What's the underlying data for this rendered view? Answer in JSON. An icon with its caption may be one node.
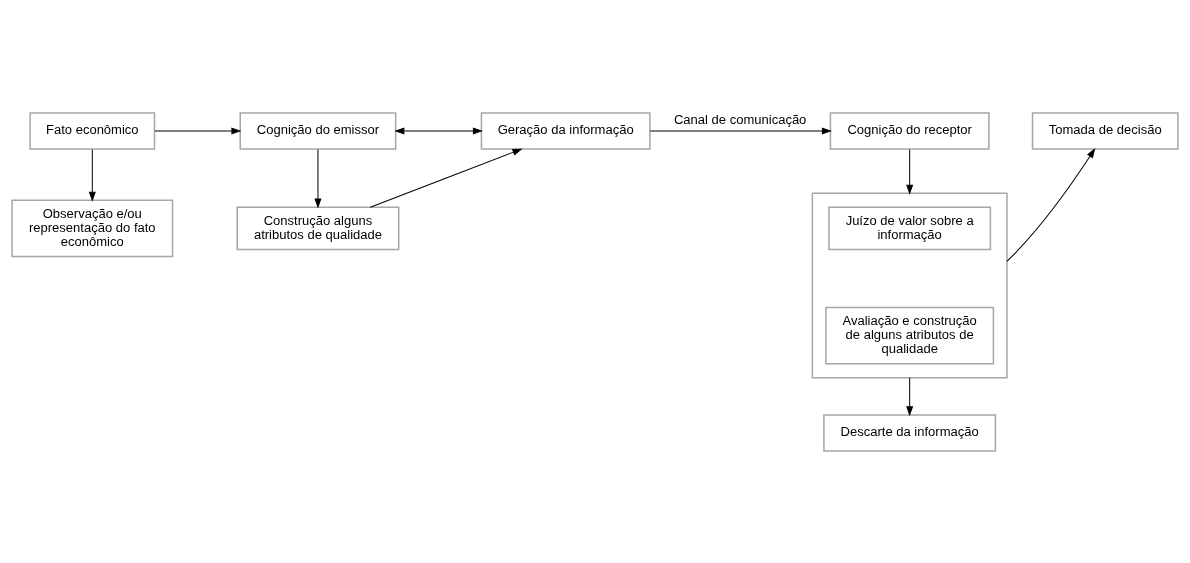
{
  "diagram": {
    "nodes": [
      {
        "text": [
          "Fato econômico"
        ]
      },
      {
        "text": [
          "Cognição do emissor"
        ]
      },
      {
        "text": [
          "Geração da informação"
        ]
      },
      {
        "text": [
          "Cognição do receptor"
        ]
      },
      {
        "text": [
          "Tomada de decisão"
        ]
      },
      {
        "text": [
          "Observação e/ou representação do fato econômico"
        ]
      },
      {
        "text": [
          "Construção alguns atributos de qualidade"
        ]
      },
      {
        "text": [],
        "shape": "box"
      },
      {
        "text": [
          "Juízo de valor sobre a informação"
        ],
        "in": 7
      },
      {
        "text": [
          "Avaliação e construção de alguns atributos de qualidade"
        ],
        "in": 7
      },
      {
        "text": [
          "Descarte da informação"
        ]
      }
    ],
    "edges": [
      {
        "from": 0,
        "to": 1,
        "arrow": "to"
      },
      {
        "from": 0,
        "to": 5,
        "arrow": "to"
      },
      {
        "from": 1,
        "to": 2,
        "arrow": "both"
      },
      {
        "from": 2,
        "to": 3,
        "arrow": "to",
        "label": "Canal de comunicação"
      },
      {
        "from": 1,
        "to": 6,
        "arrow": "to"
      },
      {
        "from": 6,
        "to": 2,
        "arrow": "to"
      },
      {
        "from": 3,
        "to": 7,
        "arrow": "to"
      },
      {
        "from": 7,
        "to": 4,
        "arrow": "to"
      },
      {
        "from": 7,
        "to": 10,
        "arrow": "to"
      }
    ]
  }
}
